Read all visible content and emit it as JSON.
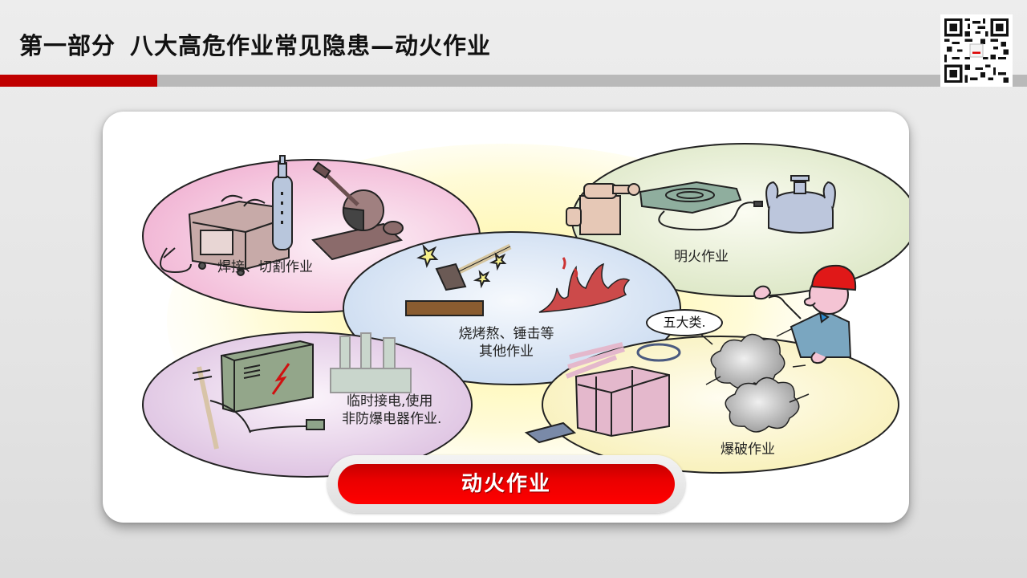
{
  "header": {
    "part": "第一部分",
    "title": "八大高危作业常见隐患—动火作业",
    "accent_color": "#c00000",
    "bar_color": "#b9b9b9"
  },
  "qr_code": {
    "icon": "qr-code-icon"
  },
  "illustration": {
    "categories": [
      {
        "label": "焊接、切割作业",
        "color": "#f4c4dc",
        "icon": "welding-machine-icon"
      },
      {
        "label": "明火作业",
        "color": "#e2ecd0",
        "icon": "gas-stove-icon"
      },
      {
        "label_line1": "烧烤熬、锤击等",
        "label_line2": "其他作业",
        "color": "#d6e4f4",
        "icon": "hammer-fire-icon"
      },
      {
        "label_line1": "临时接电,使用",
        "label_line2": "非防爆电器作业.",
        "color": "#ecd8ec",
        "icon": "electric-box-icon"
      },
      {
        "label": "爆破作业",
        "color": "#fbf4c8",
        "icon": "explosives-icon"
      }
    ],
    "speech_bubble": "五大类."
  },
  "banner": {
    "label": "动火作业",
    "color": "#e80000"
  }
}
